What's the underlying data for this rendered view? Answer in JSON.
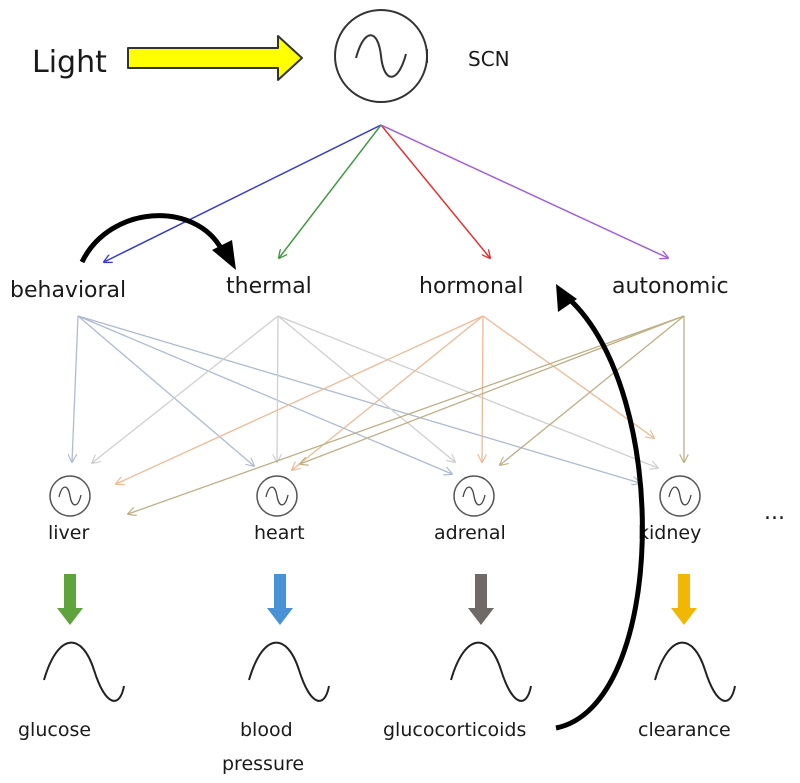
{
  "input": {
    "label": "Light",
    "arrow_color": "#FFFF00"
  },
  "master_clock": {
    "label": "SCN",
    "icon": "oscillator-icon"
  },
  "pathways": [
    {
      "id": "behavioral",
      "label": "behavioral",
      "color": "#3A3ACF"
    },
    {
      "id": "thermal",
      "label": "thermal",
      "color": "#3E9A3E"
    },
    {
      "id": "hormonal",
      "label": "hormonal",
      "color": "#E53030"
    },
    {
      "id": "autonomic",
      "label": "autonomic",
      "color": "#A05DE0"
    }
  ],
  "pathway_fanout_colors": {
    "behavioral": "#AEBBD0",
    "thermal": "#CFCFCF",
    "hormonal": "#F0B994",
    "autonomic": "#BFAF85"
  },
  "organs": [
    {
      "id": "liver",
      "label": "liver",
      "output": "glucose",
      "arrow_color": "#5EA33B"
    },
    {
      "id": "heart",
      "label": "heart",
      "output": "blood pressure",
      "output_lines": [
        "blood",
        "pressure"
      ],
      "arrow_color": "#4A92D6"
    },
    {
      "id": "adrenal",
      "label": "adrenal",
      "output": "glucocorticoids",
      "arrow_color": "#6F6A68"
    },
    {
      "id": "kidney",
      "label": "kidney",
      "output": "clearance",
      "arrow_color": "#F2B705"
    }
  ],
  "more_organs": "...",
  "feedback_links": [
    {
      "from": "behavioral",
      "to": "thermal"
    },
    {
      "from": "glucocorticoids",
      "to": "hormonal"
    }
  ]
}
